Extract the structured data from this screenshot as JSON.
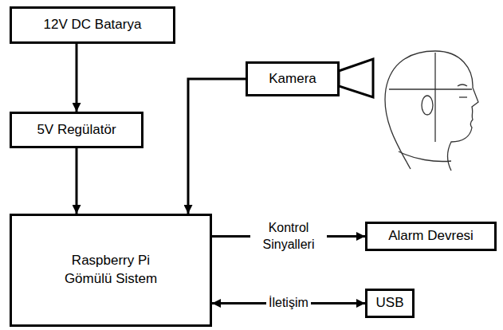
{
  "diagram": {
    "nodes": [
      {
        "text": [
          "12V DC Batarya"
        ]
      },
      {
        "text": [
          "5V Regülatör"
        ]
      },
      {
        "text": [
          "Raspberry Pi Gömülü Sistem"
        ]
      },
      {
        "text": [
          "Kamera"
        ]
      },
      {
        "text": [
          "Alarm Devresi"
        ]
      },
      {
        "text": [
          "USB"
        ]
      }
    ],
    "edges": [
      {
        "from": 0,
        "to": 1,
        "arrow": "to"
      },
      {
        "from": 1,
        "to": 2,
        "arrow": "to"
      },
      {
        "from": 3,
        "to": 2,
        "arrow": "to"
      },
      {
        "from": 2,
        "to": 4,
        "label": "Kontrol Sinyalleri",
        "arrow": "to"
      },
      {
        "from": 2,
        "to": 5,
        "label": "İletişim",
        "arrow": "both"
      }
    ]
  }
}
